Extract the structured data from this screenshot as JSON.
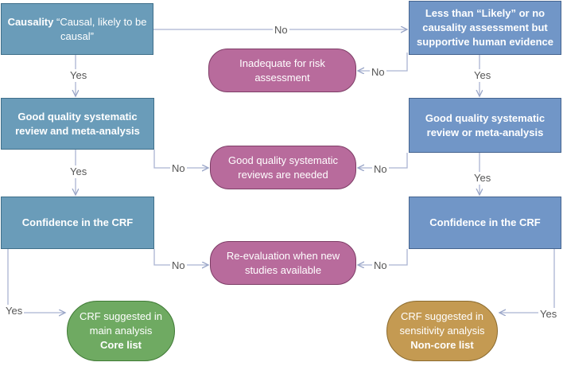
{
  "left": {
    "box1": {
      "bold": "Causality",
      "rest": " “Causal, likely to be causal”"
    },
    "box2": "Good quality systematic review and meta-analysis",
    "box3": "Confidence in the CRF"
  },
  "right": {
    "box1": "Less than “Likely” or no causality assessment but supportive human evidence",
    "box2": "Good quality systematic review or meta-analysis",
    "box3": "Confidence in the CRF"
  },
  "middle": {
    "pill1": "Inadequate for risk assessment",
    "pill2": "Good quality systematic reviews are needed",
    "pill3": "Re-evaluation when new studies available"
  },
  "terminals": {
    "core": {
      "line1": "CRF suggested in",
      "line2": "main analysis",
      "line3": "Core list"
    },
    "noncore": {
      "line1": "CRF suggested in",
      "line2": "sensitivity analysis",
      "line3": "Non-core list"
    }
  },
  "labels": {
    "yes": "Yes",
    "no": "No"
  },
  "colors": {
    "left_box": "#6a9cb9",
    "right_box": "#7196c7",
    "pill": "#b86b9c",
    "core": "#6faa62",
    "noncore": "#c49a52"
  }
}
